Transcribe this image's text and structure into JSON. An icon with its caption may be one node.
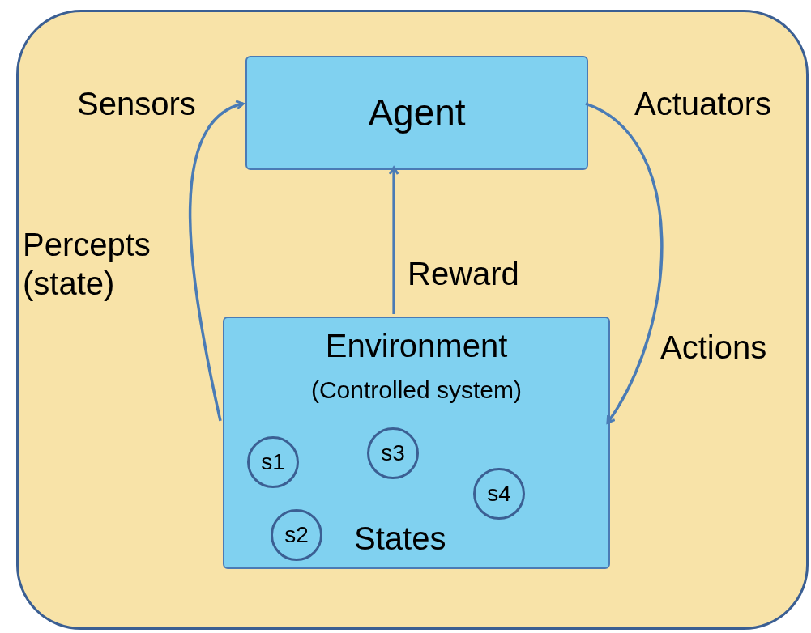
{
  "diagram": {
    "nodes": [
      {
        "text": [],
        "shape": "box"
      },
      {
        "text": [
          "Agent"
        ],
        "in": 0
      },
      {
        "text": [
          "Environment",
          "(Controlled system)",
          "States"
        ],
        "in": 0
      },
      {
        "text": [
          "s1"
        ],
        "in": 2
      },
      {
        "text": [
          "s3"
        ],
        "in": 2
      },
      {
        "text": [
          "s4"
        ],
        "in": 2
      },
      {
        "text": [
          "s2"
        ],
        "in": 2
      }
    ],
    "edges": [
      {
        "from": 2,
        "to": 1,
        "arrow": "to",
        "label": "Percepts (state)"
      },
      {
        "from": 2,
        "to": 1,
        "arrow": "to",
        "label": "Reward"
      },
      {
        "from": 1,
        "to": 2,
        "arrow": "to",
        "label": "Actions"
      }
    ],
    "labels": [
      "Sensors",
      "Actuators"
    ]
  }
}
